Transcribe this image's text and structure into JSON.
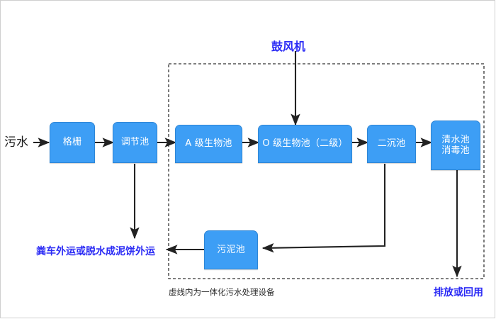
{
  "diagram": {
    "title_note": "虚线内为一体化污水处理设备",
    "colors": {
      "node_fill": "#3d9ef5",
      "node_border": "#2e86d6",
      "node_text": "#ffffff",
      "accent_text": "#2b2bf5",
      "plain_text": "#1a1a1a",
      "connector": "#222222",
      "dashed_boundary": "#333333"
    },
    "inflow_label": "污水",
    "blower_label": "鼓风机",
    "nodes": [
      {
        "id": "grille",
        "label": "格栅"
      },
      {
        "id": "equalization",
        "label": "调节池"
      },
      {
        "id": "a-stage",
        "label": "A 级生物池"
      },
      {
        "id": "o-stage",
        "label": "O 级生物池（二级）"
      },
      {
        "id": "secondary",
        "label": "二沉池"
      },
      {
        "id": "clearwater",
        "label": "清水池\n消毒池"
      },
      {
        "id": "sludge",
        "label": "污泥池"
      }
    ],
    "outputs": {
      "sludge_disposal": "粪车外运或脱水成泥饼外运",
      "discharge": "排放或回用"
    },
    "boundary_caption": "虚线内为一体化污水处理设备"
  }
}
